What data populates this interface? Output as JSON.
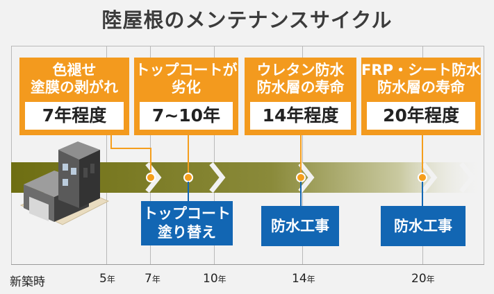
{
  "title": "陸屋根のメンテナンスサイクル",
  "cards": [
    {
      "title": "色褪せ\n塗膜の剥がれ",
      "value": "7年程度"
    },
    {
      "title": "トップコートが\n劣化",
      "value": "7~10年"
    },
    {
      "title": "ウレタン防水\n防水層の寿命",
      "value": "14年程度"
    },
    {
      "title": "FRP・シート防水\n防水層の寿命",
      "value": "20年程度"
    }
  ],
  "works": [
    {
      "label": "トップコート\n塗り替え"
    },
    {
      "label": "防水工事"
    },
    {
      "label": "防水工事"
    }
  ],
  "axis": {
    "start": "新築時",
    "ticks": [
      {
        "num": "5",
        "unit": "年"
      },
      {
        "num": "7",
        "unit": "年"
      },
      {
        "num": "10",
        "unit": "年"
      },
      {
        "num": "14",
        "unit": "年"
      },
      {
        "num": "20",
        "unit": "年"
      }
    ]
  },
  "colors": {
    "orange": "#f39a1e",
    "blue": "#1266b3",
    "band": "#7a7a18"
  },
  "icons": {
    "building": "building-icon"
  }
}
